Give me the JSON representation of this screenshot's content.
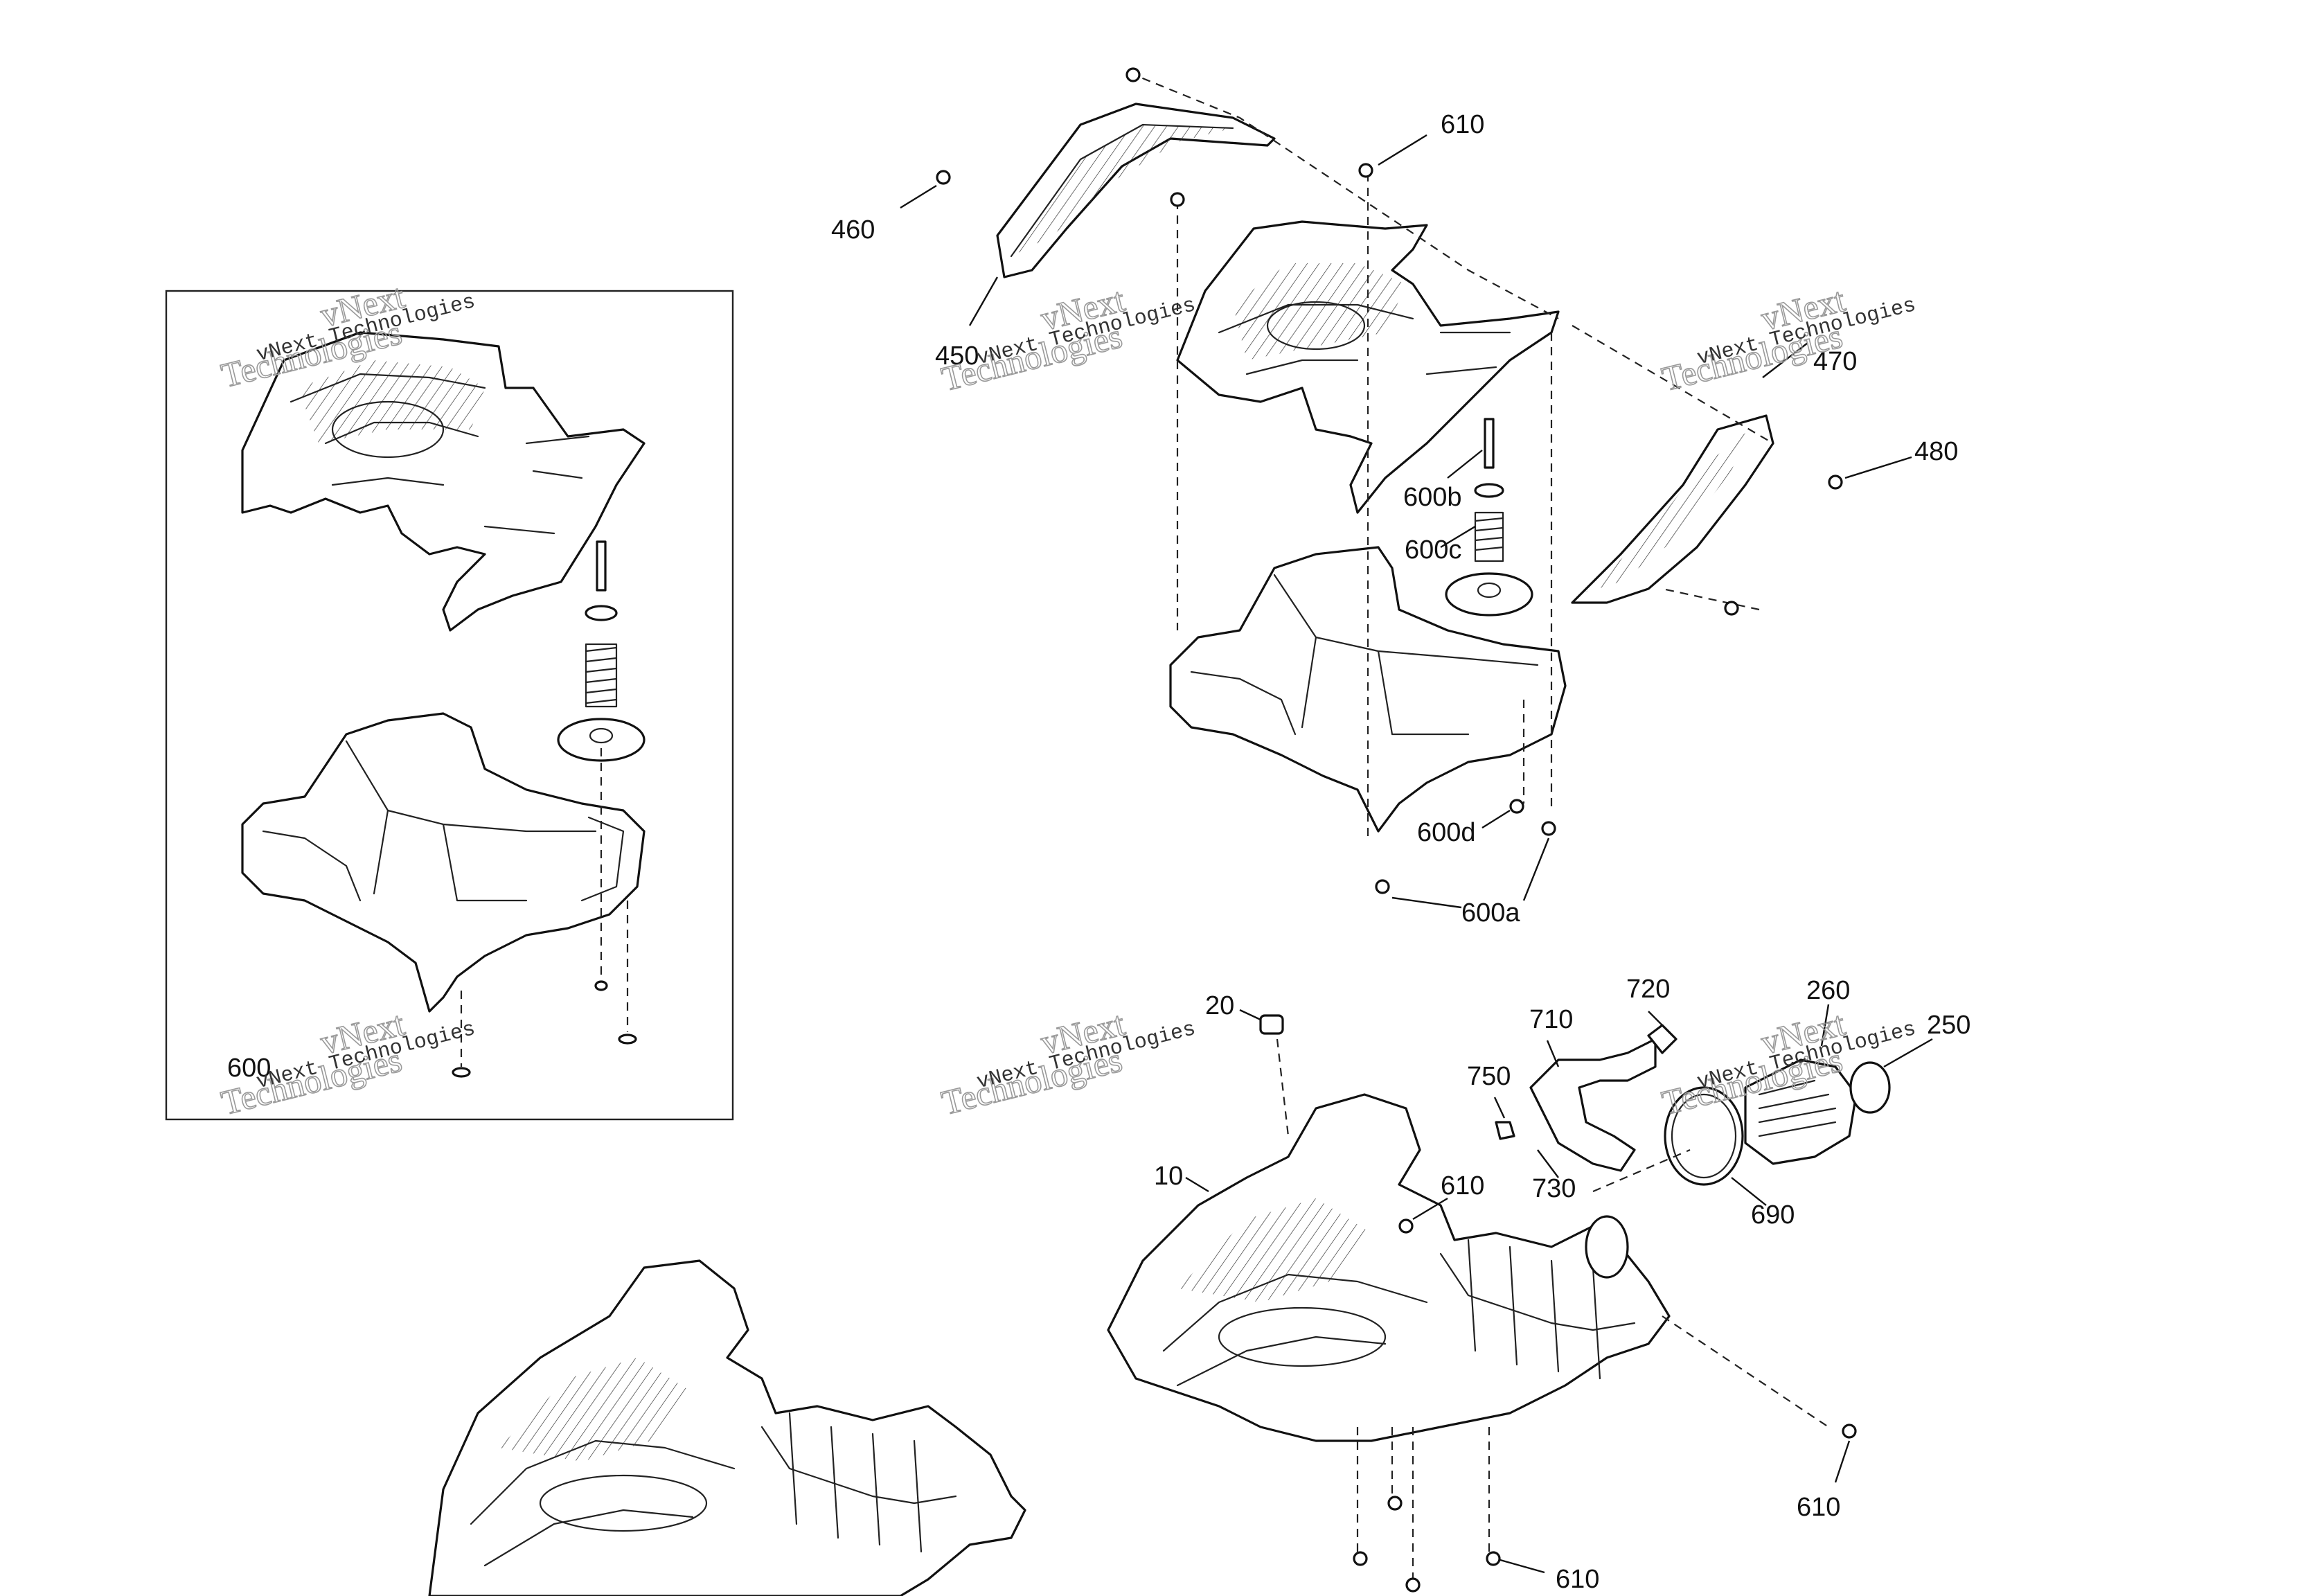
{
  "callouts": {
    "c460": "460",
    "c450": "450",
    "c610_top": "610",
    "c470": "470",
    "c480": "480",
    "c600b": "600b",
    "c600c": "600c",
    "c600d": "600d",
    "c600a": "600a",
    "c600": "600",
    "c20": "20",
    "c10": "10",
    "c610_mid": "610",
    "c710": "710",
    "c720": "720",
    "c750": "750",
    "c730": "730",
    "c260": "260",
    "c250": "250",
    "c690": "690",
    "c610_right": "610",
    "c610_bottom": "610"
  },
  "watermarks": {
    "line1": "vNext",
    "line2": "Technologies",
    "caption": "vNext Technologies"
  }
}
